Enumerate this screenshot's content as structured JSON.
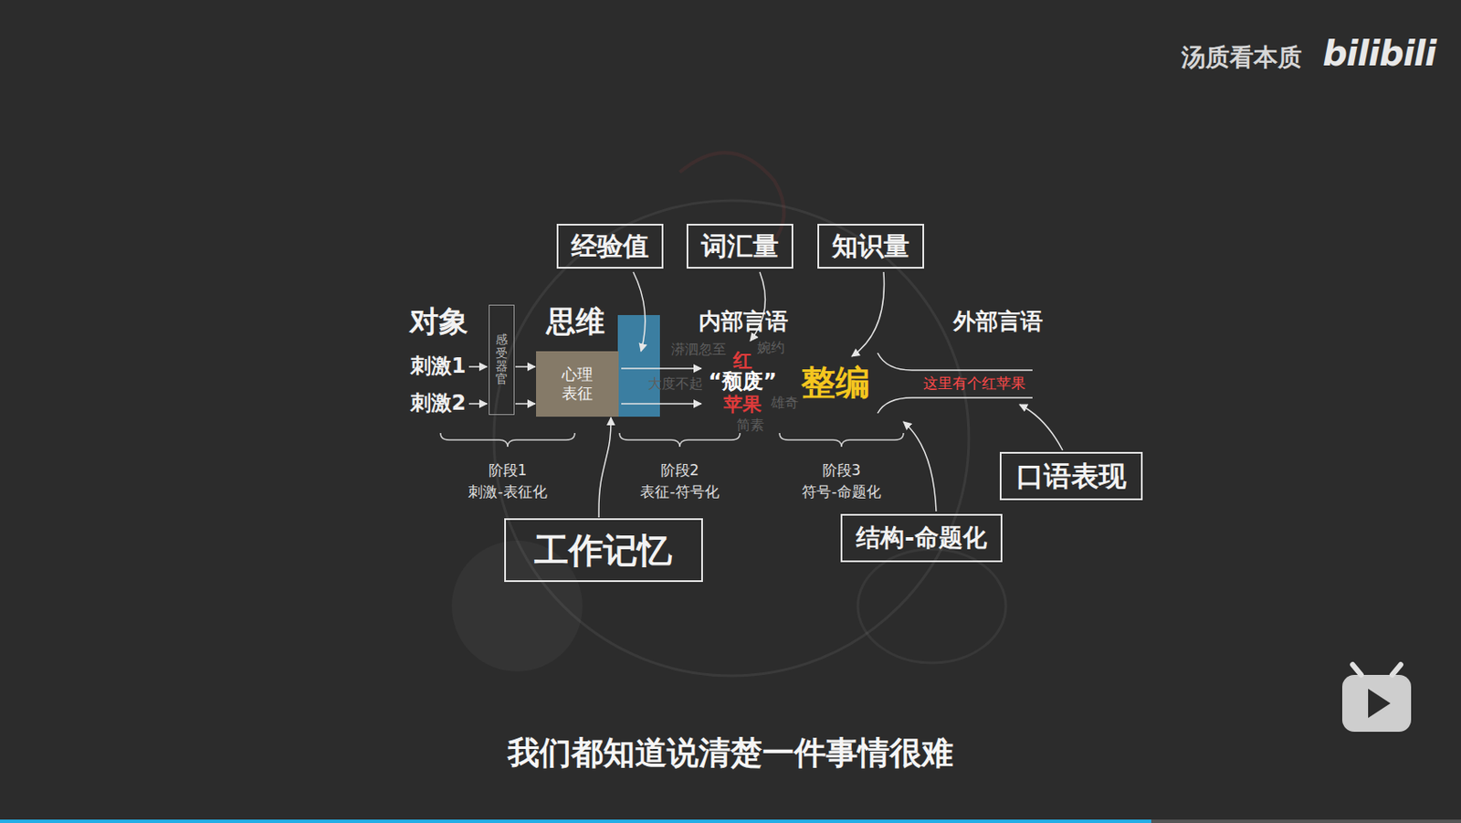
{
  "diagram": {
    "caption": "我们都知道说清楚一件事情很难",
    "nodes": [
      {
        "text": [
          "经验值"
        ]
      },
      {
        "text": [
          "词汇量"
        ]
      },
      {
        "text": [
          "知识量"
        ]
      },
      {
        "text": [
          "感受器官"
        ]
      },
      {
        "text": [
          "心理表征"
        ]
      },
      {
        "text": [
          "工作记忆"
        ]
      },
      {
        "text": [
          "结构-命题化"
        ]
      },
      {
        "text": [
          "口语表现"
        ]
      }
    ],
    "edges": [
      {
        "from": 3,
        "to": 4,
        "arrow": "to"
      },
      {
        "from": 3,
        "to": 4,
        "arrow": "to"
      },
      {
        "from": 5,
        "to": 4,
        "arrow": "to"
      }
    ],
    "labels": [
      "汤质看本质",
      "bilibili",
      "对象",
      "思维",
      "内部言语",
      "外部言语",
      "刺激1",
      "刺激2",
      "漭泗忽至",
      "婉约",
      "大度不起",
      "雄奇",
      "简素",
      "红",
      "苹果",
      "“颓废”",
      "整编",
      "这里有个红苹果",
      "阶段1",
      "刺激-表征化",
      "阶段2",
      "表征-符号化",
      "阶段3",
      "符号-命题化"
    ]
  }
}
